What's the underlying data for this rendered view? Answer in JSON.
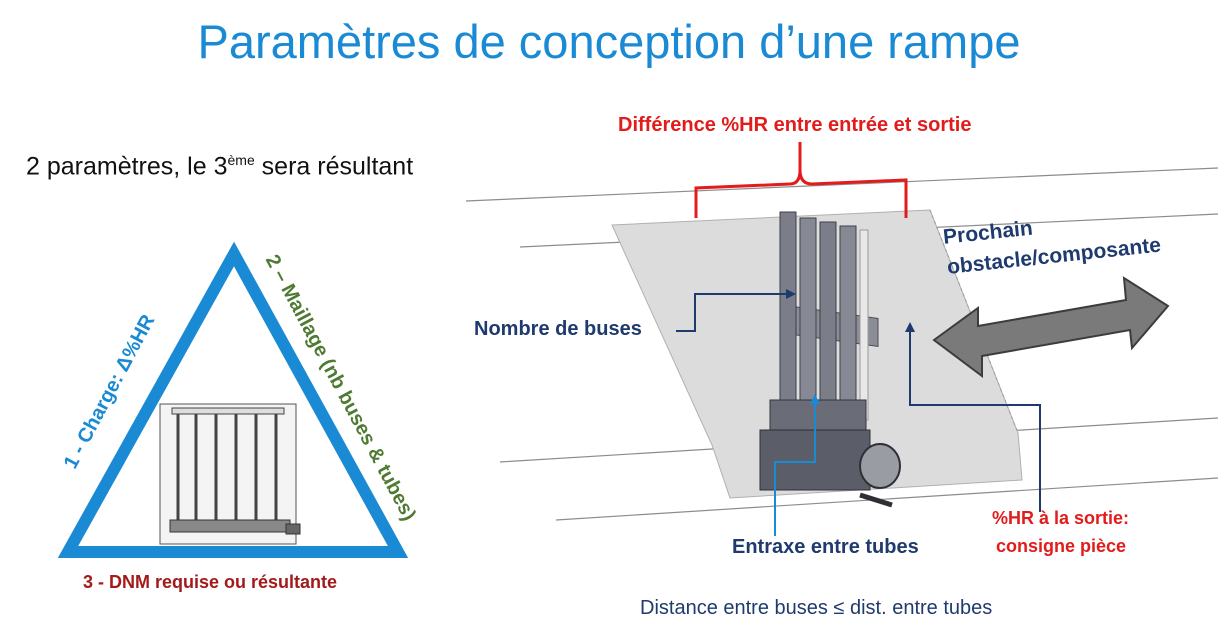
{
  "title": "Paramètres de conception d’une rampe",
  "subtitle": {
    "before": "2 paramètres, le 3",
    "sup": "ème",
    "after": " sera résultant"
  },
  "triangle": {
    "side1": "1 - Charge: Δ%HR",
    "side2": "2 – Maillage (nb buses & tubes)",
    "side3": "3 - DNM requise ou résultante"
  },
  "labels": {
    "difference": "Différence %HR entre entrée et sortie",
    "nombre_buses": "Nombre de buses",
    "entraxe": "Entraxe entre tubes",
    "hr_sortie_line1": "%HR à la sortie:",
    "hr_sortie_line2": "consigne pièce",
    "prochain_line1": "Prochain",
    "prochain_line2": "obstacle/composante",
    "distance": "Distance entre buses  ≤  dist. entre tubes"
  },
  "colors": {
    "title": "#1a8ad4",
    "triangle": "#1a8ad4",
    "red": "#e21b1b",
    "navy": "#1f3a6e",
    "green": "#4e7a32",
    "dark_red": "#a31a1a",
    "arrow_gray": "#7a7a7a"
  }
}
